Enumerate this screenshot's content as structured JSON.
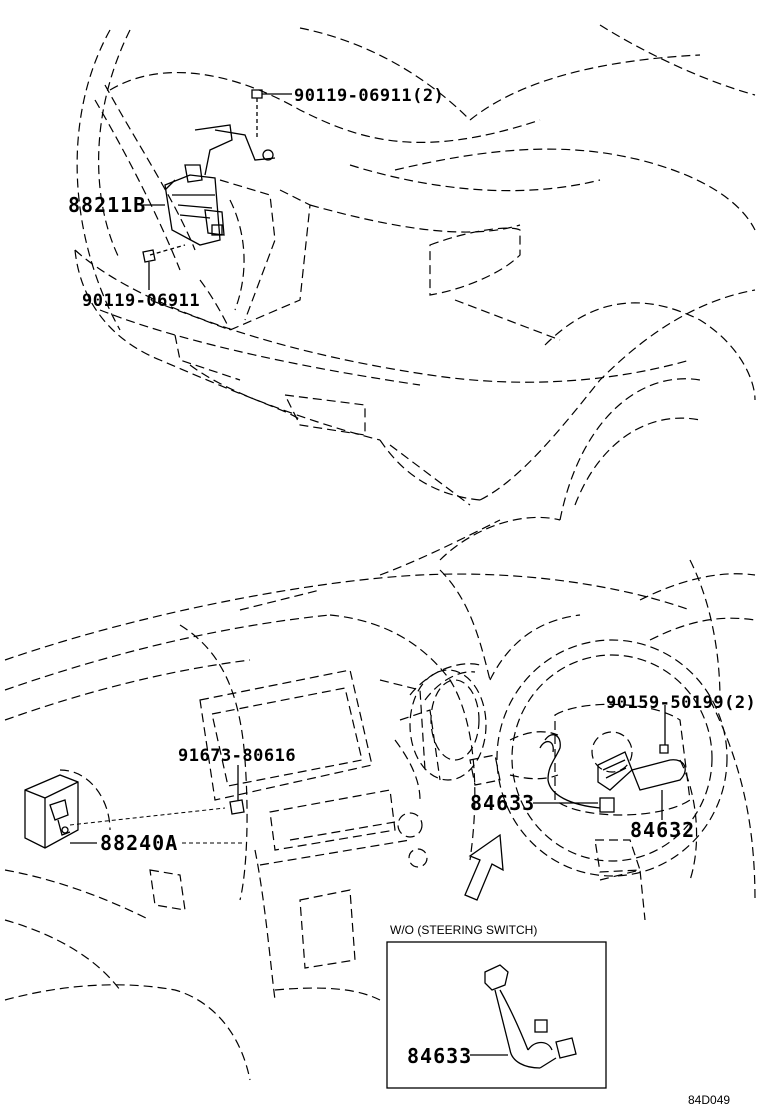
{
  "labels": {
    "bolt_top": "90119-06911(2)",
    "horn_mod": "88211B",
    "bolt_left": "90119-06911",
    "bolt_dash": "91673-80616",
    "ecu": "88240A",
    "screw_wheel": "90159-50199(2)",
    "spiral_cable": "84633",
    "switch": "84632",
    "inset_title": "W/O (STEERING SWITCH)",
    "inset_part": "84633",
    "diagram_code": "84D049"
  }
}
